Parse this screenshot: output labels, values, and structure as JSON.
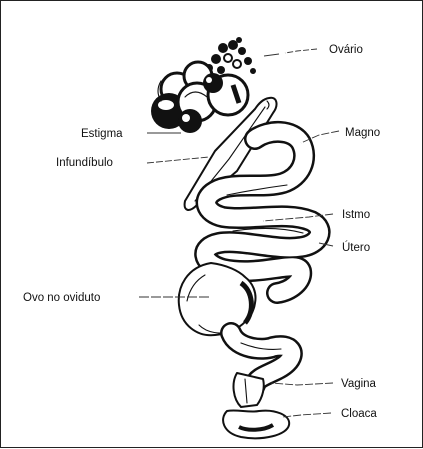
{
  "diagram": {
    "labels": {
      "ovario": "Ovário",
      "estigma": "Estigma",
      "magno": "Magno",
      "infundibulo": "Infundíbulo",
      "istmo": "Istmo",
      "utero": "Útero",
      "ovo_no_oviduto": "Ovo no oviduto",
      "vagina": "Vagina",
      "cloaca": "Cloaca"
    }
  }
}
